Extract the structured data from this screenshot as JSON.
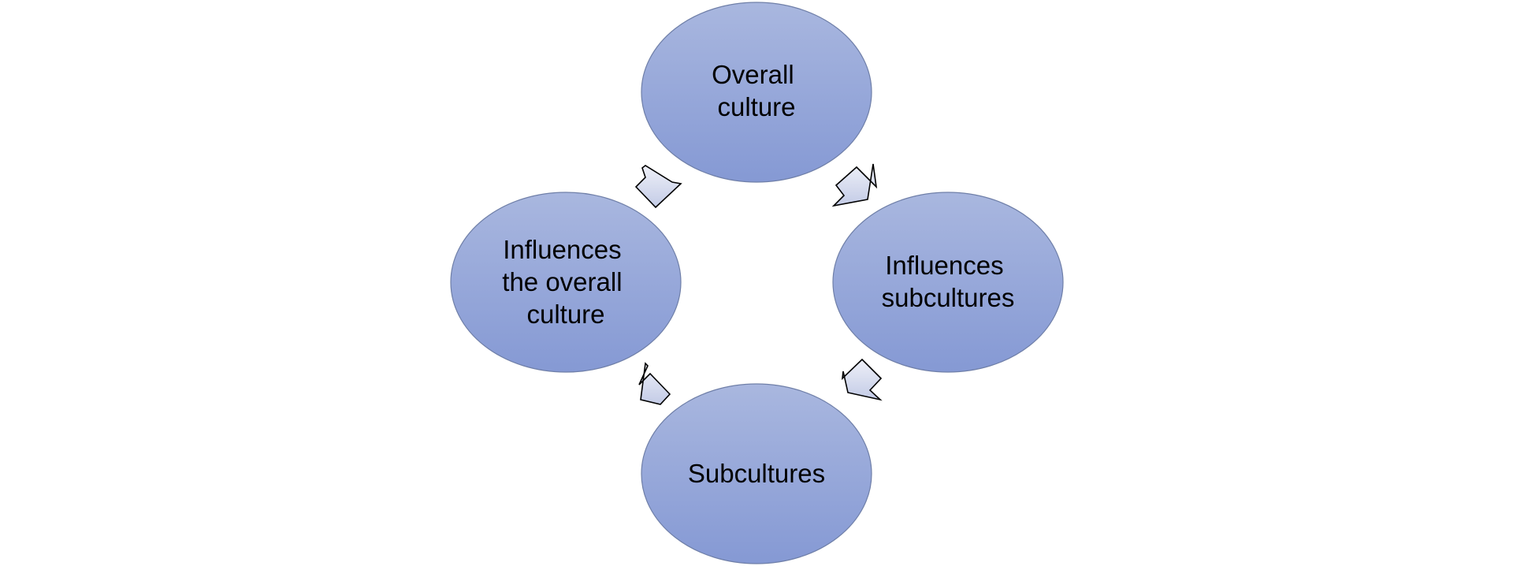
{
  "diagram": {
    "type": "cycle",
    "colors": {
      "node_fill_top": "#a9b7df",
      "node_fill_bottom": "#8599d4",
      "arrow_fill_top": "#eef0f8",
      "arrow_fill_bottom": "#c3cbe6"
    },
    "nodes": [
      {
        "id": "overall-culture",
        "label_lines": [
          "Overall",
          "culture"
        ]
      },
      {
        "id": "influences-subcultures",
        "label_lines": [
          "Influences",
          "subcultures"
        ]
      },
      {
        "id": "subcultures",
        "label_lines": [
          "Subcultures"
        ]
      },
      {
        "id": "influences-overall-culture",
        "label_lines": [
          "Influences",
          "the overall",
          "culture"
        ]
      }
    ],
    "edges": [
      {
        "from": "overall-culture",
        "to": "influences-subcultures"
      },
      {
        "from": "influences-subcultures",
        "to": "subcultures"
      },
      {
        "from": "subcultures",
        "to": "influences-overall-culture"
      },
      {
        "from": "influences-overall-culture",
        "to": "overall-culture"
      }
    ]
  }
}
